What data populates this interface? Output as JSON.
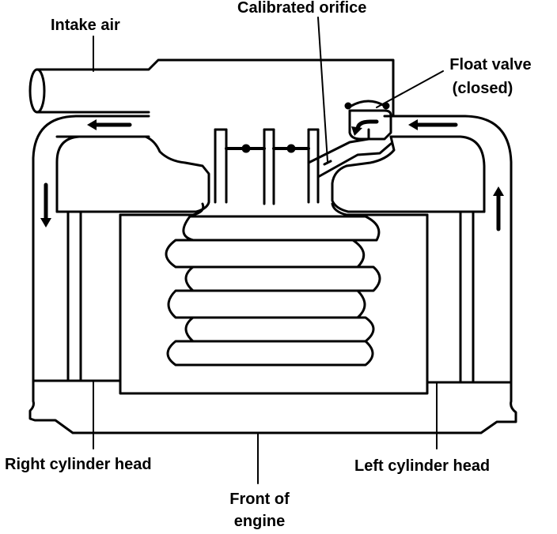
{
  "labels": {
    "intake_air": "Intake air",
    "calibrated_orifice": "Calibrated orifice",
    "float_valve_line1": "Float valve",
    "float_valve_line2": "(closed)",
    "right_cylinder_head": "Right cylinder head",
    "left_cylinder_head": "Left cylinder head",
    "front_of_engine_line1": "Front of",
    "front_of_engine_line2": "engine"
  },
  "colors": {
    "ink": "#000000",
    "paper": "#ffffff"
  }
}
